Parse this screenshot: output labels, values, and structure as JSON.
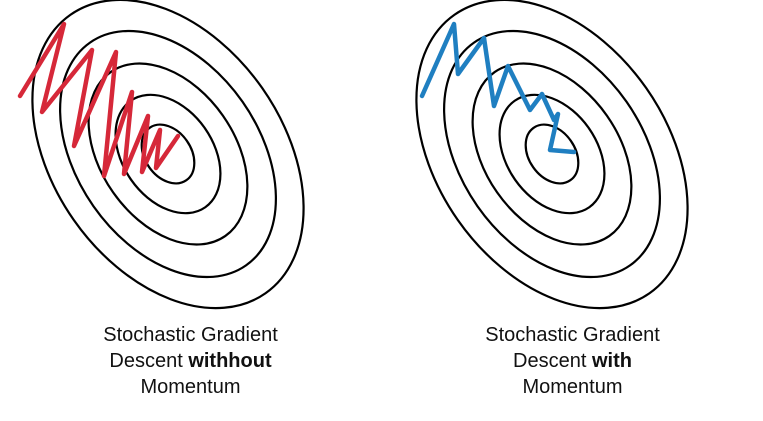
{
  "panels": [
    {
      "id": "left",
      "caption": {
        "line1": "Stochastic Gradient",
        "line2_prefix": "Descent ",
        "line2_bold": "withhout",
        "line3": "Momentum"
      },
      "path_color": "#d62839"
    },
    {
      "id": "right",
      "caption": {
        "line1": "Stochastic Gradient",
        "line2_prefix": "Descent ",
        "line2_bold": "with",
        "line3": "Momentum"
      },
      "path_color": "#1f7fc1"
    }
  ],
  "colors": {
    "contour": "#000000",
    "text": "#111111",
    "background": "#ffffff"
  }
}
